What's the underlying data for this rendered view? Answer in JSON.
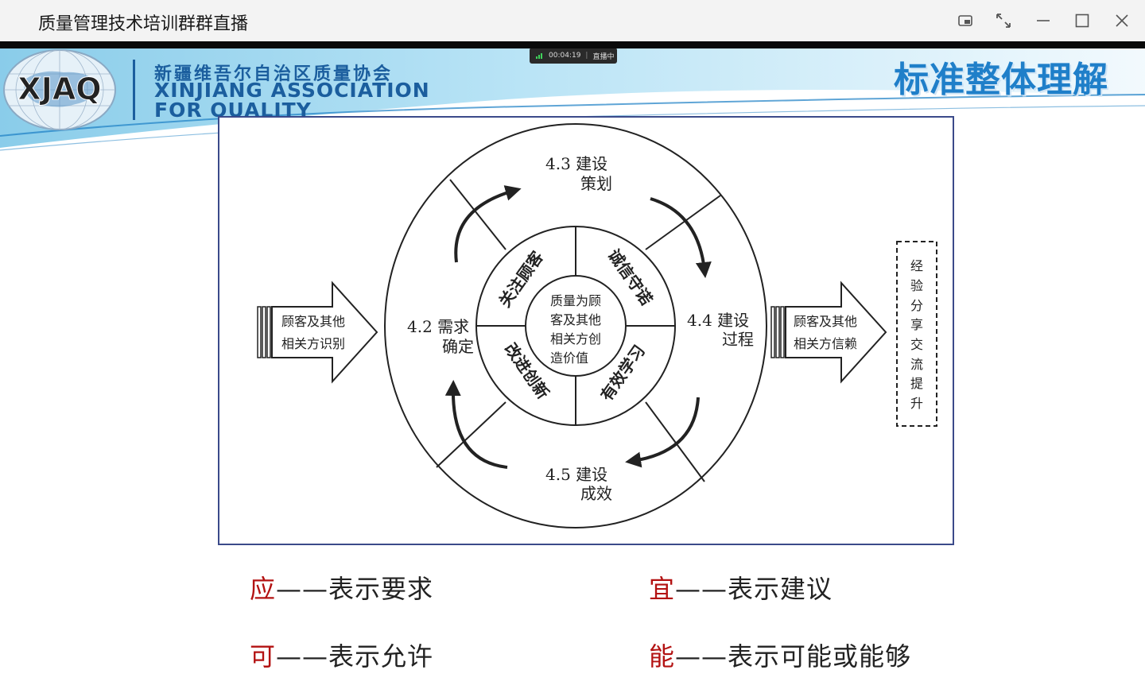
{
  "window": {
    "title": "质量管理技术培训群群直播",
    "buttons": {
      "pip": "picture-in-picture-icon",
      "fullscreen": "fullscreen-icon",
      "minimize": "minimize-icon",
      "maximize": "maximize-icon",
      "close": "close-icon"
    }
  },
  "live": {
    "timer": "00:04:19",
    "status": "直播中"
  },
  "header": {
    "logo_text": "XJAQ",
    "org_name_cn": "新疆维吾尔自治区质量协会",
    "org_name_en_line1": "XINJIANG ASSOCIATION",
    "org_name_en_line2": "FOR QUALITY",
    "slide_title": "标准整体理解"
  },
  "diagram": {
    "top": [
      "4.3 建设",
      "策划"
    ],
    "left": [
      "4.2 需求",
      "确定"
    ],
    "right": [
      "4.4 建设",
      "过程"
    ],
    "bottom": [
      "4.5 建设",
      "成效"
    ],
    "ring": {
      "top_left": "关注顾客",
      "top_right": "诚信守诺",
      "bottom_left": "改进创新",
      "bottom_right": "有效学习"
    },
    "center": [
      "质量为顾",
      "客及其他",
      "相关方创",
      "造价值"
    ],
    "input_arrow": [
      "顾客及其他",
      "相关方识别"
    ],
    "output_arrow": [
      "顾客及其他",
      "相关方信赖"
    ],
    "side_box": [
      "经",
      "验",
      "分",
      "享",
      "交",
      "流",
      "提",
      "升"
    ]
  },
  "terms": [
    {
      "key": "应",
      "desc": "——表示要求"
    },
    {
      "key": "宜",
      "desc": "——表示建议"
    },
    {
      "key": "可",
      "desc": "——表示允许"
    },
    {
      "key": "能",
      "desc": "——表示可能或能够"
    }
  ],
  "colors": {
    "brand_blue": "#1b5e9e",
    "title_blue": "#1f7fc9",
    "term_key_red": "#b31212",
    "figure_border": "#3b4a8a"
  }
}
